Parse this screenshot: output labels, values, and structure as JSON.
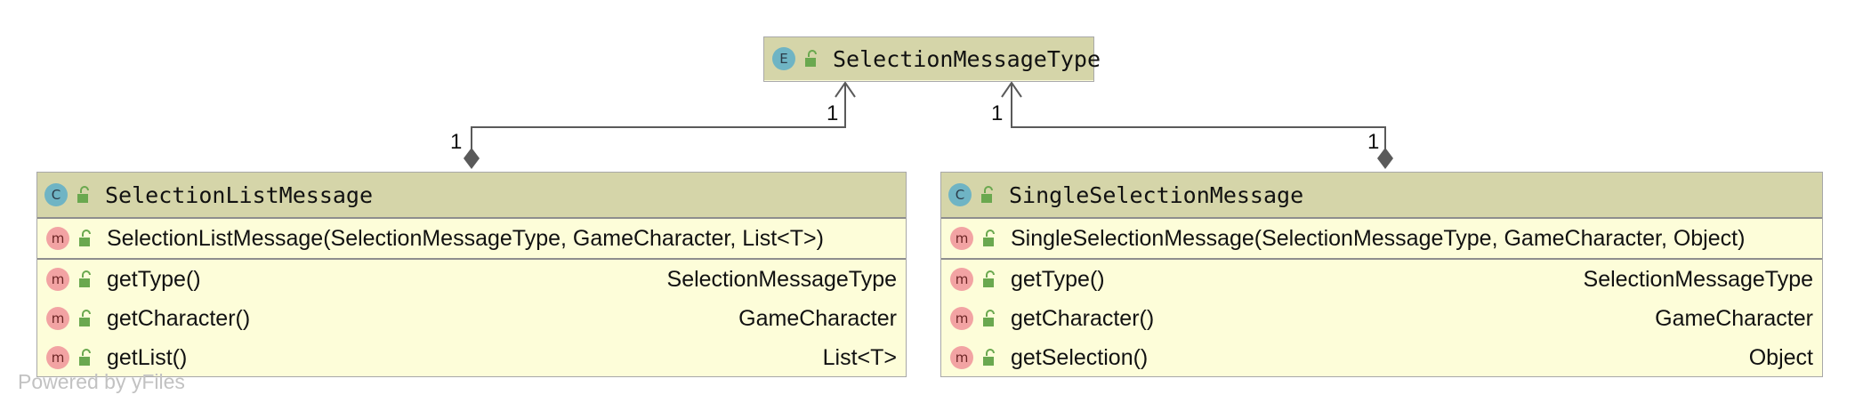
{
  "enum_node": {
    "badge": "E",
    "name": "SelectionMessageType"
  },
  "left_class": {
    "badge": "C",
    "name": "SelectionListMessage",
    "constructor": {
      "badge": "m",
      "name": "SelectionListMessage(SelectionMessageType, GameCharacter, List<T>)"
    },
    "methods": [
      {
        "badge": "m",
        "name": "getType()",
        "type": "SelectionMessageType"
      },
      {
        "badge": "m",
        "name": "getCharacter()",
        "type": "GameCharacter"
      },
      {
        "badge": "m",
        "name": "getList()",
        "type": "List<T>"
      }
    ]
  },
  "right_class": {
    "badge": "C",
    "name": "SingleSelectionMessage",
    "constructor": {
      "badge": "m",
      "name": "SingleSelectionMessage(SelectionMessageType, GameCharacter, Object)"
    },
    "methods": [
      {
        "badge": "m",
        "name": "getType()",
        "type": "SelectionMessageType"
      },
      {
        "badge": "m",
        "name": "getCharacter()",
        "type": "GameCharacter"
      },
      {
        "badge": "m",
        "name": "getSelection()",
        "type": "Object"
      }
    ]
  },
  "multiplicities": {
    "left_source": "1",
    "left_target": "1",
    "right_target": "1",
    "right_source": "1"
  },
  "watermark": "Powered by yFiles",
  "colors": {
    "header": "#d5d5a9",
    "body": "#fdfdd9",
    "class_badge": "#6fb4c4",
    "method_badge": "#f2a3a3",
    "lock_green": "#6aa84f",
    "edge": "#5a5a5a"
  },
  "icons": {
    "visibility": "unlocked-padlock-icon",
    "composition": "filled-diamond-icon",
    "arrow": "open-arrowhead-icon"
  }
}
